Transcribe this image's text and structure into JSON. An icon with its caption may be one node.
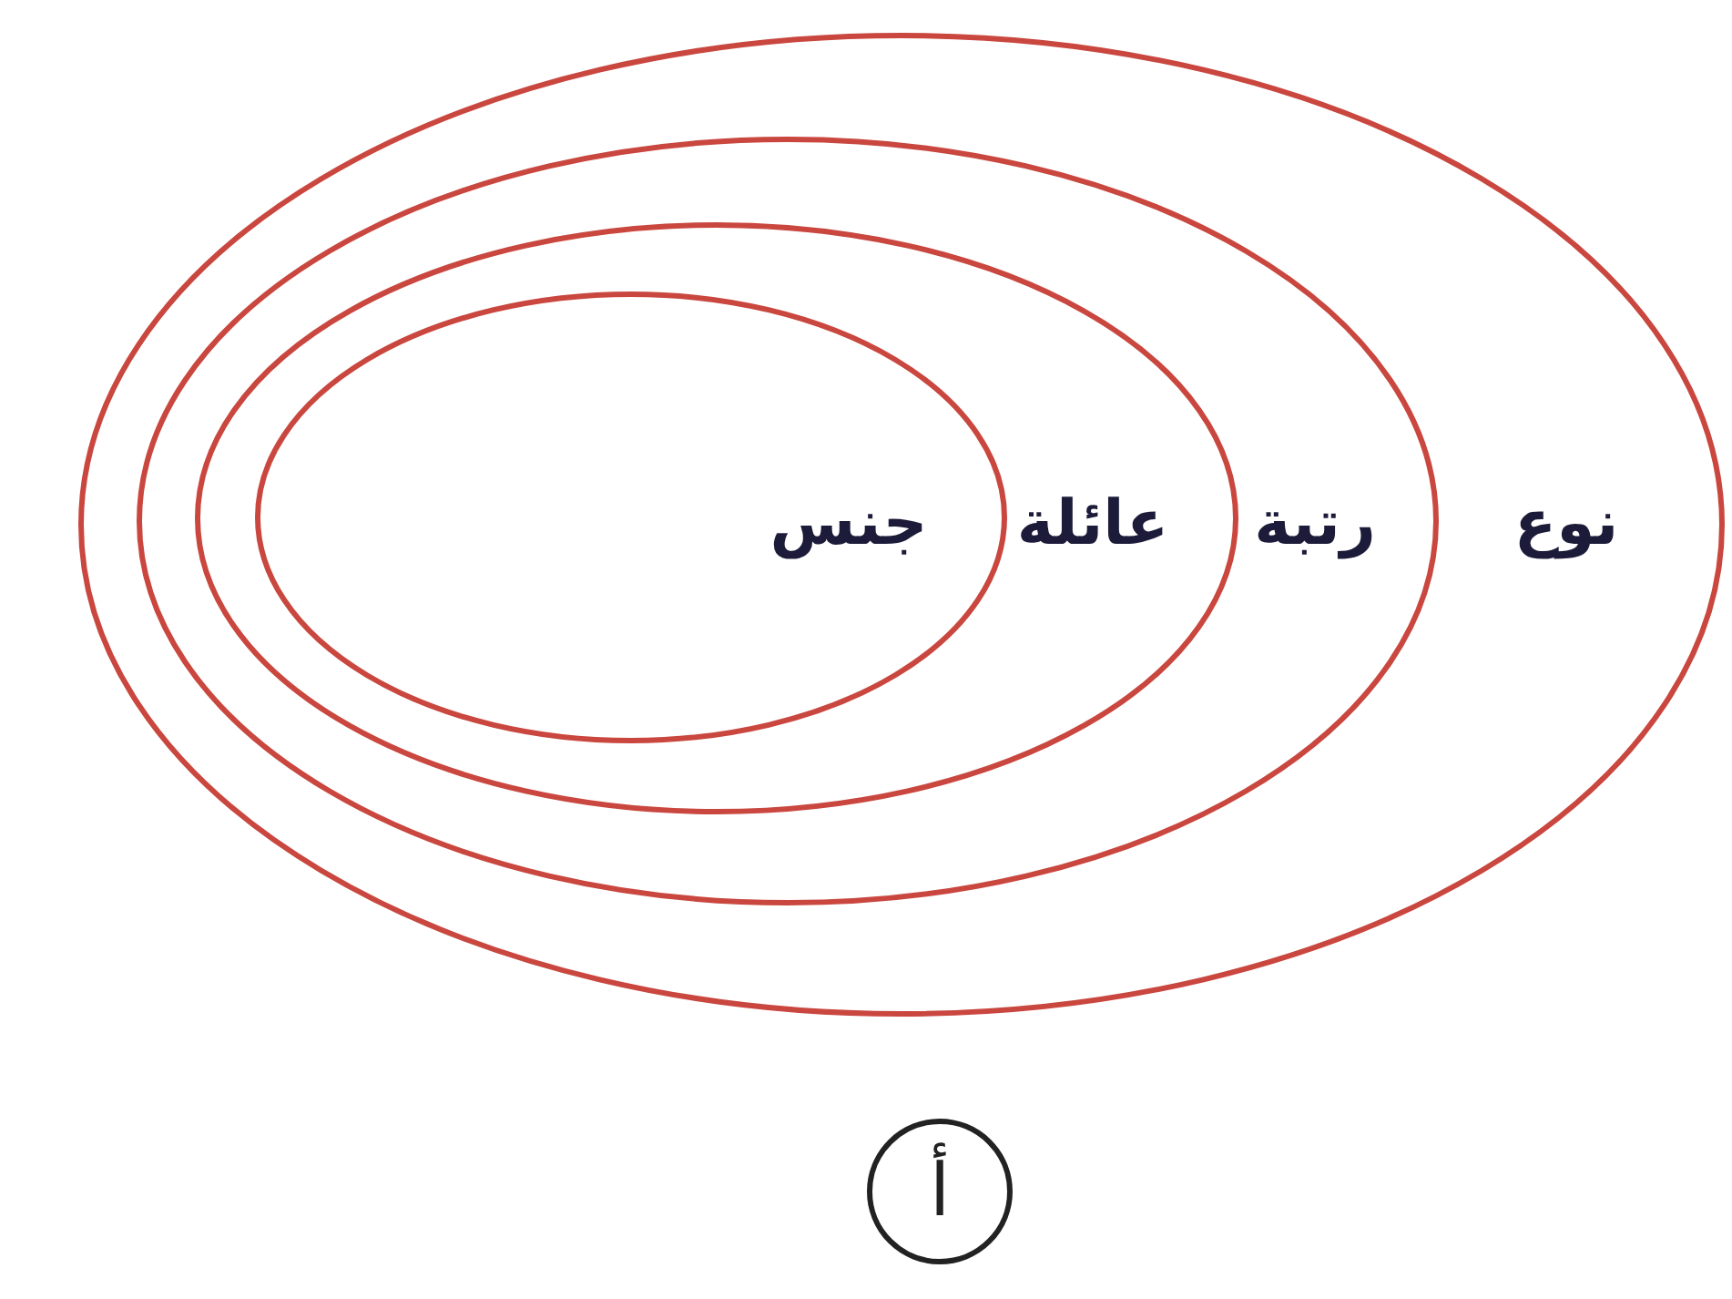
{
  "diagram": {
    "nodes": [
      {
        "text": [
          "نوع"
        ]
      },
      {
        "text": [
          "رتبة"
        ],
        "in": 0
      },
      {
        "text": [
          "عائلة"
        ],
        "in": 1
      },
      {
        "text": [
          "جنس"
        ],
        "in": 2
      },
      {
        "text": [
          "أ"
        ]
      }
    ]
  }
}
